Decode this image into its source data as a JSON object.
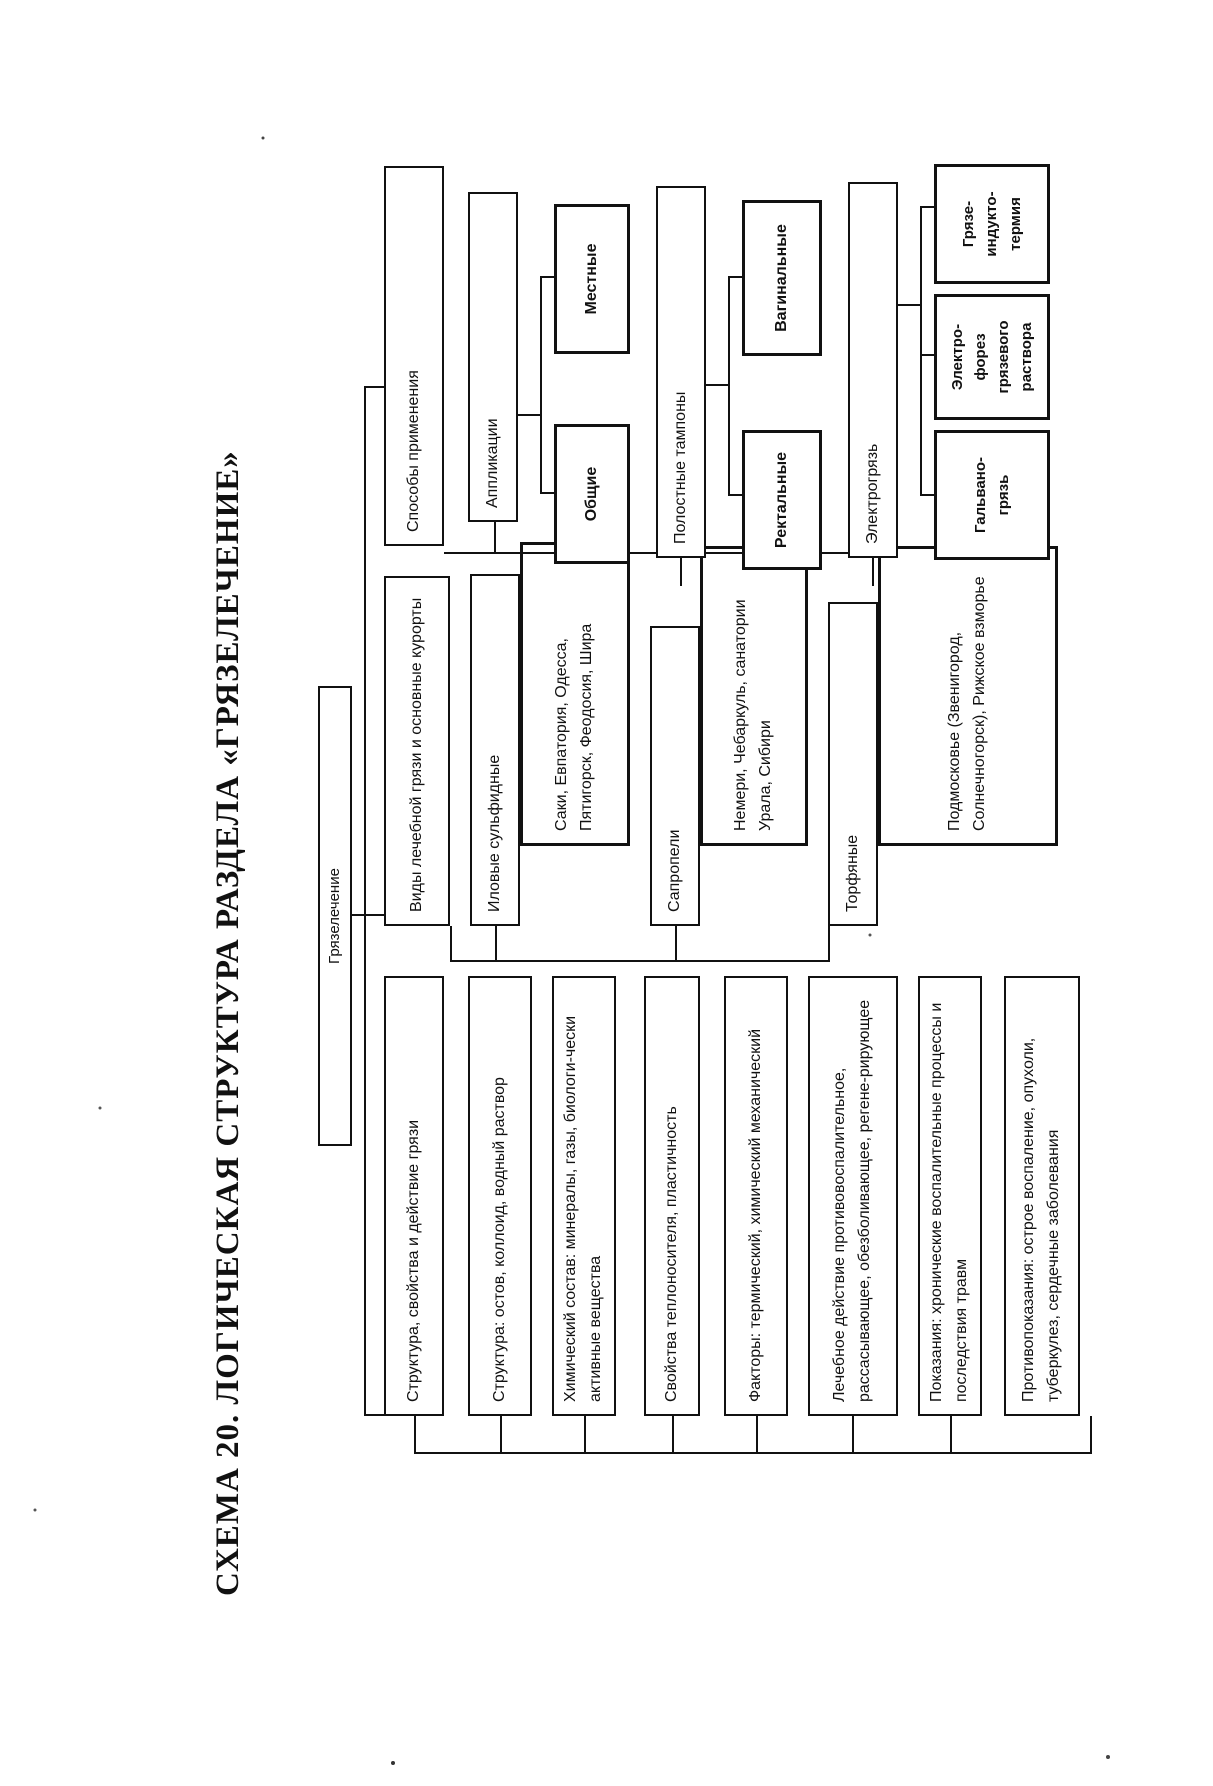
{
  "title": "СХЕМА 20. ЛОГИЧЕСКАЯ СТРУКТУРА РАЗДЕЛА «ГРЯЗЕЛЕЧЕНИЕ»",
  "root": "Грязелечение",
  "left_column": {
    "header": "Структура, свойства и действие грязи",
    "items": [
      "Структура: остов, коллоид, водный раствор",
      "Химический состав: минералы, газы, биологи-чески активные вещества",
      "Свойства теплоносителя, пластичность",
      "Факторы: термический, химический механический",
      "Лечебное действие противовоспалительное, рассасывающее, обезболивающее, регене-рирующее",
      "Показания: хронические воспалительные процессы и последствия травм",
      "Противопоказания: острое воспаление, опухоли, туберкулез, сердечные заболевания"
    ]
  },
  "middle_column": {
    "header": "Виды лечебной грязи и основные курорты",
    "types": [
      {
        "name": "Иловые сульфидные",
        "resorts": "Саки, Евпатория, Одесса, Пятигорск, Феодосия, Шира"
      },
      {
        "name": "Сапропели",
        "resorts": "Немери, Чебаркуль, санатории Урала, Сибири"
      },
      {
        "name": "Торфяные",
        "resorts": "Подмосковье (Звенигород, Солнечногорск), Рижское взморье"
      }
    ]
  },
  "right_column": {
    "header": "Способы применения",
    "groups": [
      {
        "name": "Аппликации",
        "children": [
          "Общие",
          "Местные"
        ]
      },
      {
        "name": "Полостные тампоны",
        "children": [
          "Ректальные",
          "Вагинальные"
        ]
      },
      {
        "name": "Электрогрязь",
        "children": [
          "Гальвано-грязь",
          "Электро-форез грязевого раствора",
          "Грязе-индукто-термия"
        ]
      }
    ]
  }
}
